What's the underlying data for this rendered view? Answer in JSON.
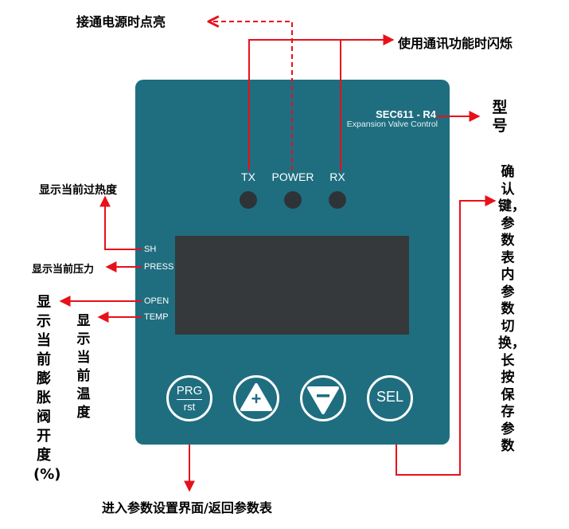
{
  "device": {
    "model": "SEC611 - R4",
    "subtitle": "Expansion Valve Control",
    "leds": [
      "TX",
      "POWER",
      "RX"
    ],
    "side_labels": [
      "SH",
      "PRESS",
      "OPEN",
      "TEMP"
    ],
    "buttons": {
      "prg_top": "PRG",
      "prg_bottom": "rst",
      "up": "+",
      "sel": "SEL"
    },
    "panel_color": "#1f6e80",
    "screen_color": "#35393b"
  },
  "annotations": {
    "power_on": "接通电源时点亮",
    "comm_flash": "使用通讯功能时闪烁",
    "model": "型号",
    "superheat": "显示当前过热度",
    "pressure": "显示当前压力",
    "valve_open": "显示当前膨胀阀开度(%)",
    "temperature": "显示当前温度",
    "prg_function": "进入参数设置界面/返回参数表",
    "sel_function": "确认键，参数表内参数切换，长按保存参数",
    "arrow_color": "#e8101a"
  }
}
